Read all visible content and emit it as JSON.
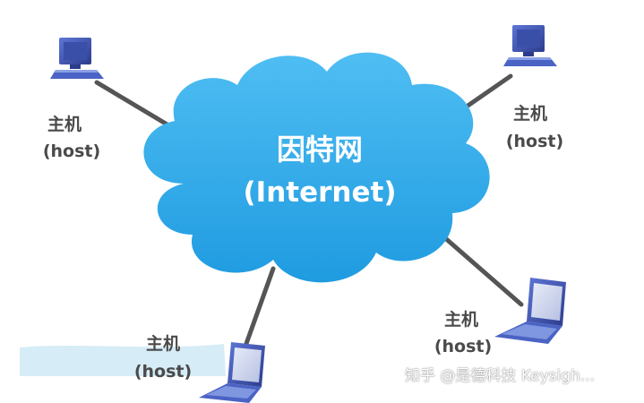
{
  "cloud": {
    "title_cn": "因特网",
    "title_en": "(Internet)"
  },
  "hosts": [
    {
      "label_cn": "主机",
      "label_en": "(host)",
      "device": "desktop"
    },
    {
      "label_cn": "主机",
      "label_en": "(host)",
      "device": "desktop"
    },
    {
      "label_cn": "主机",
      "label_en": "(host)",
      "device": "laptop"
    },
    {
      "label_cn": "主机",
      "label_en": "(host)",
      "device": "laptop"
    }
  ],
  "watermark": "知乎 @是德科技 Keysigh...",
  "colors": {
    "cloud": "#2aa6e6",
    "cloud_highlight": "#56c2f5",
    "link": "#555555",
    "device_blue": "#3a4fa8",
    "label": "#4a4a4a"
  }
}
